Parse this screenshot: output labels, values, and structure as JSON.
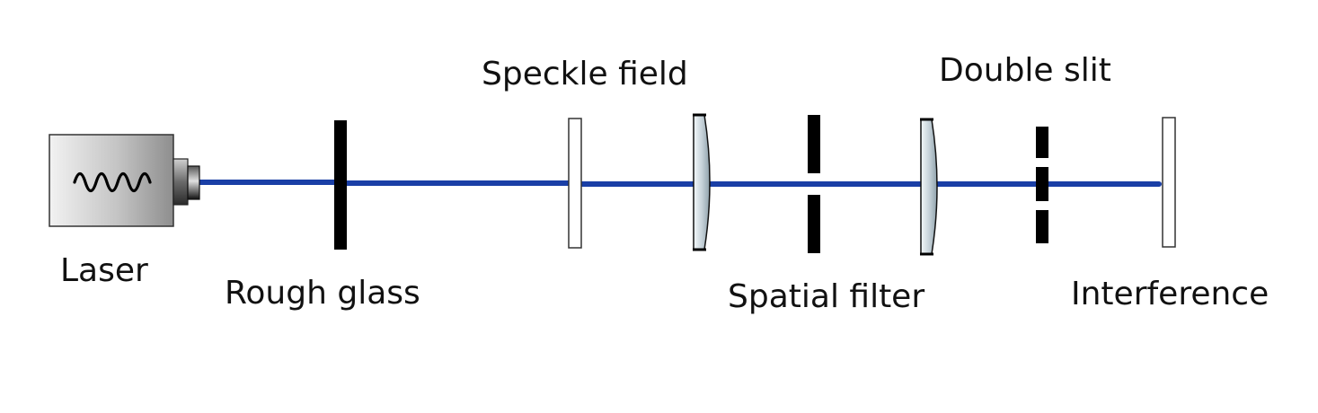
{
  "labels": {
    "laser": "Laser",
    "rough_glass": "Rough glass",
    "speckle_field": "Speckle field",
    "spatial_filter": "Spatial filter",
    "double_slit": "Double slit",
    "interference": "Interference"
  },
  "colors": {
    "beam": "#1a3fa6",
    "element": "#000000",
    "screen_fill": "#ffffff",
    "screen_stroke": "#333333",
    "text": "#111111"
  },
  "icons": {
    "laser_signal": "sine-wave-icon"
  }
}
